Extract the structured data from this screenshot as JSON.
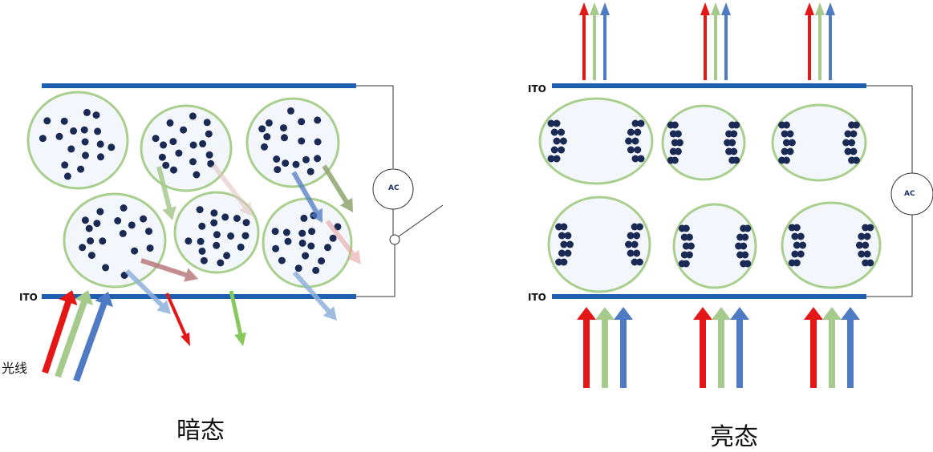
{
  "labels": {
    "ito": "ITO",
    "ac": "AC",
    "light": "光线",
    "dark_state": "暗态",
    "bright_state": "亮态"
  },
  "colors": {
    "electrode": "#1f5fb0",
    "droplet_fill": "#f3f6fb",
    "droplet_stroke": "#a9cf8e",
    "particle": "#1b2a55",
    "wire": "#333333",
    "red": "#e41616",
    "green": "#a6c98c",
    "blue": "#4f7bc4"
  },
  "icons": {
    "ac_source": "circle-ac-source-icon",
    "switch": "open-switch-icon"
  }
}
